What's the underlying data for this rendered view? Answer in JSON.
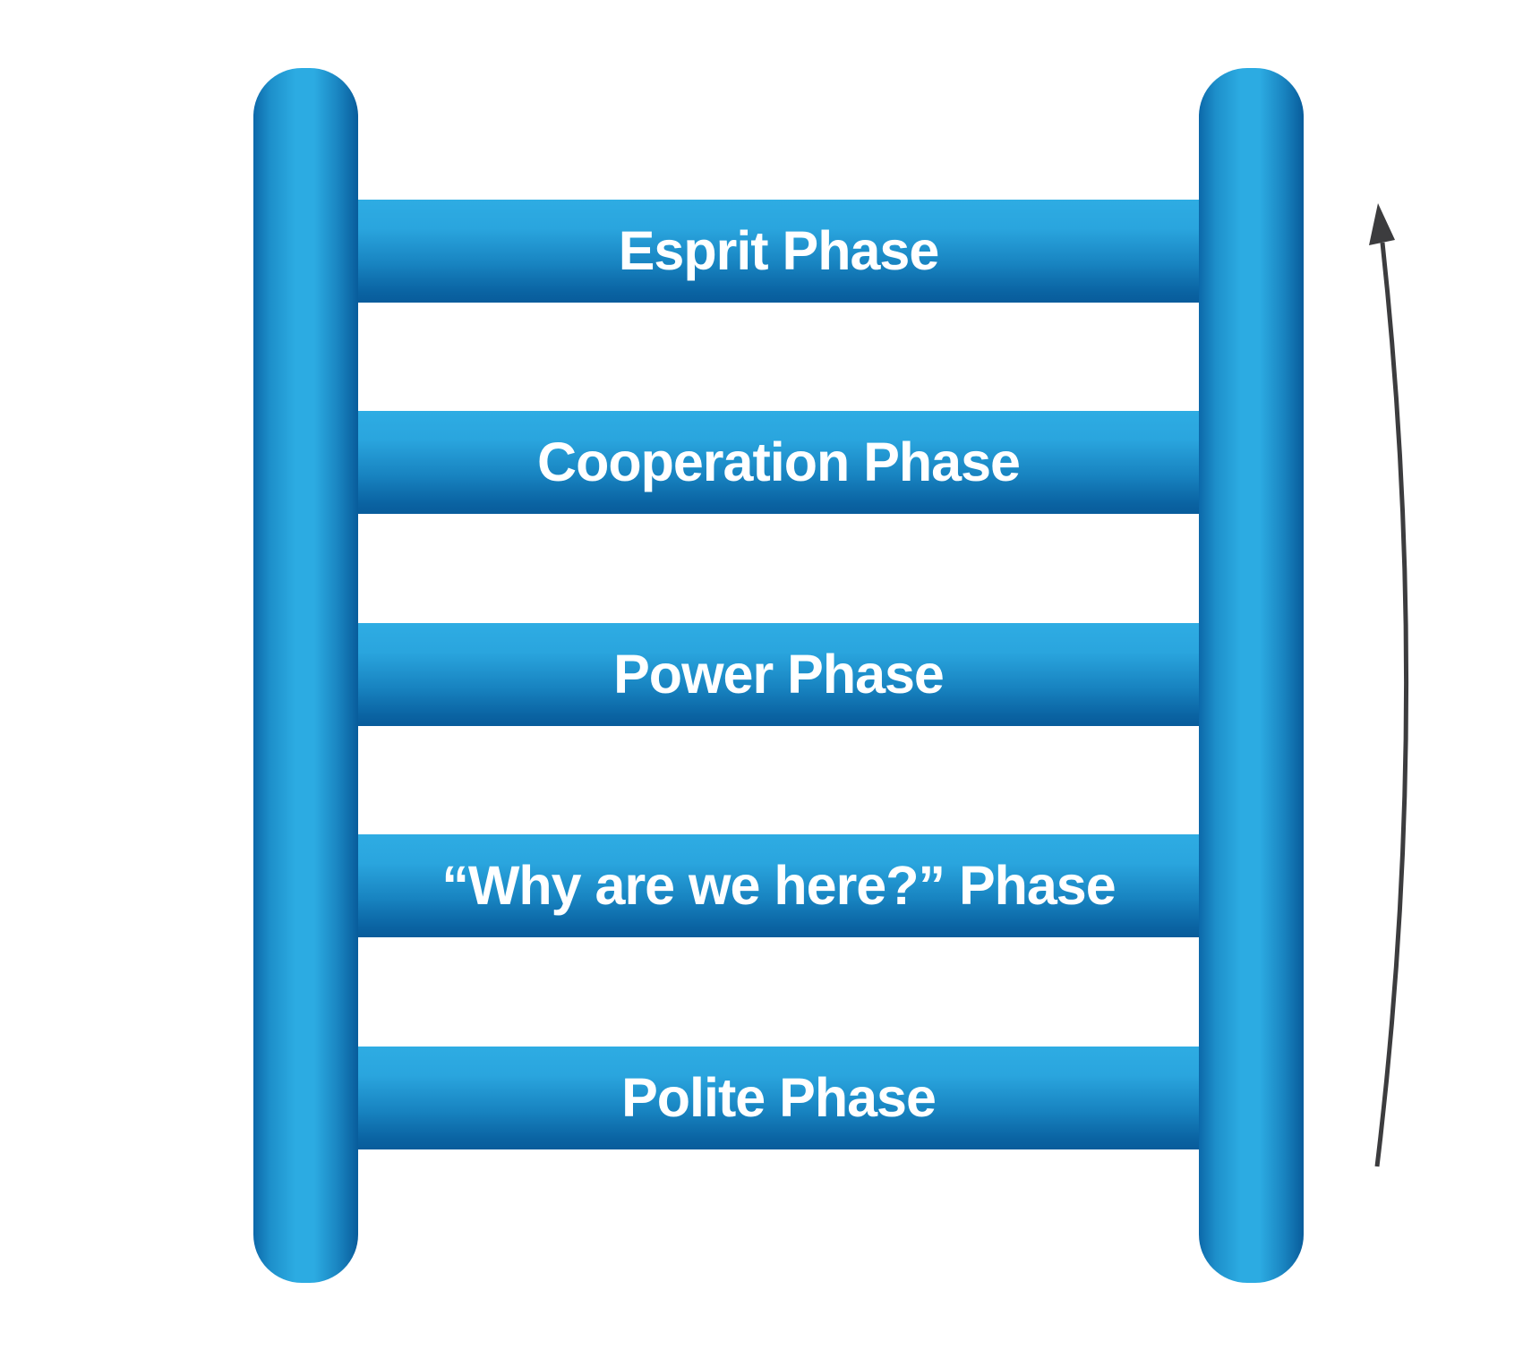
{
  "diagram": {
    "type": "ladder",
    "background": "#FFFFFF",
    "colors": {
      "rung_blue_light": "#2CABE2",
      "rung_blue_dark": "#085C9B",
      "label_text": "#FFFFFF",
      "arrow": "#3C3C3E"
    },
    "rungs": [
      {
        "label": "Esprit Phase"
      },
      {
        "label": "Cooperation Phase"
      },
      {
        "label": "Power Phase"
      },
      {
        "label": "“Why are we here?” Phase"
      },
      {
        "label": "Polite Phase"
      }
    ],
    "arrow": {
      "direction": "up"
    }
  }
}
